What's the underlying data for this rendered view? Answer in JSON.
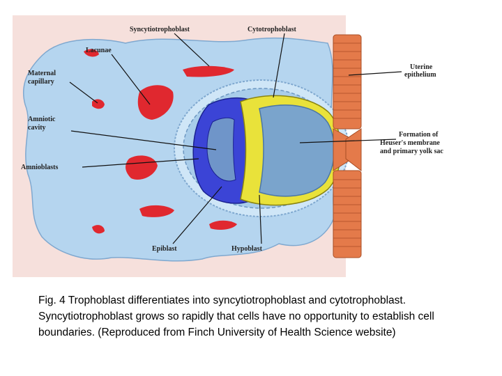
{
  "figure": {
    "labels": {
      "syncytiotrophoblast": "Syncytiotrophoblast",
      "cytotrophoblast": "Cytotrophoblast",
      "lacunae": "Lacunae",
      "maternal_capillary_1": "Maternal",
      "maternal_capillary_2": "capillary",
      "amniotic_cavity_1": "Amniotic",
      "amniotic_cavity_2": "cavity",
      "amnioblasts": "Amnioblasts",
      "uterine_epithelium_1": "Uterine",
      "uterine_epithelium_2": "epithelium",
      "heusers_membrane_1": "Formation of",
      "heusers_membrane_2": "Heuser's membrane",
      "heusers_membrane_3": "and primary yolk sac",
      "epiblast": "Epiblast",
      "hypoblast": "Hypoblast"
    },
    "colors": {
      "background_panel": "#f6e0dc",
      "syncytio": "#b5d5ef",
      "red_lacunae": "#e0282f",
      "epiblast": "#3b44d6",
      "hypoblast": "#e9e23a",
      "cavity": "#7aa4cc",
      "epithelium": "#e47a4a"
    }
  },
  "caption": "Fig. 4 Trophoblast differentiates into syncytiotrophoblast and cytotrophoblast. Syncytiotrophoblast grows so rapidly that cells have no opportunity to establish cell boundaries. (Reproduced from Finch University of Health Science website)"
}
